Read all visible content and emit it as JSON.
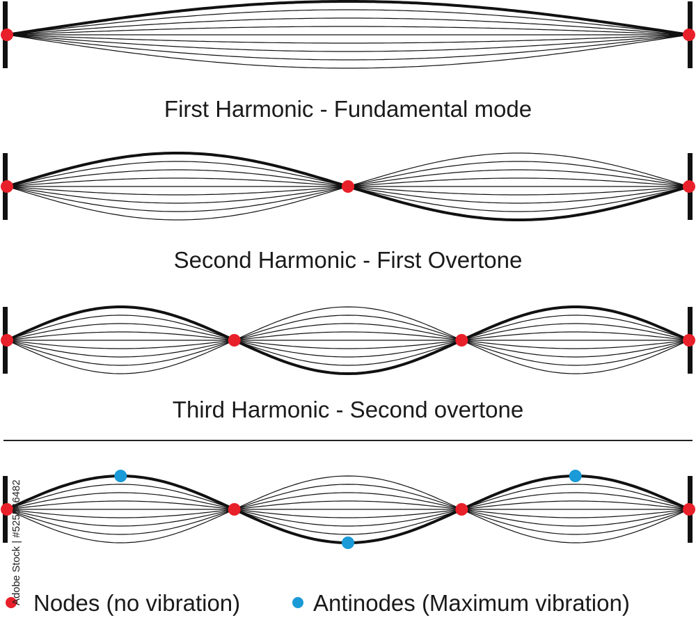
{
  "modes": [
    {
      "harmonic": 1,
      "caption": "First Harmonic - Fundamental mode",
      "show_antinodes": false
    },
    {
      "harmonic": 2,
      "caption": "Second Harmonic - First Overtone",
      "show_antinodes": false
    },
    {
      "harmonic": 3,
      "caption": "Third Harmonic - Second overtone",
      "show_antinodes": false
    },
    {
      "harmonic": 3,
      "caption": "",
      "show_antinodes": true
    }
  ],
  "legend": {
    "nodes_label": "Nodes (no vibration)",
    "antinodes_label": "Antinodes (Maximum vibration)"
  },
  "watermark_text": "Adobe Stock | #525546482",
  "colors": {
    "node": "#e8202a",
    "antinode": "#1a9ad6",
    "string": "#111111",
    "text": "#1a1a1a"
  }
}
